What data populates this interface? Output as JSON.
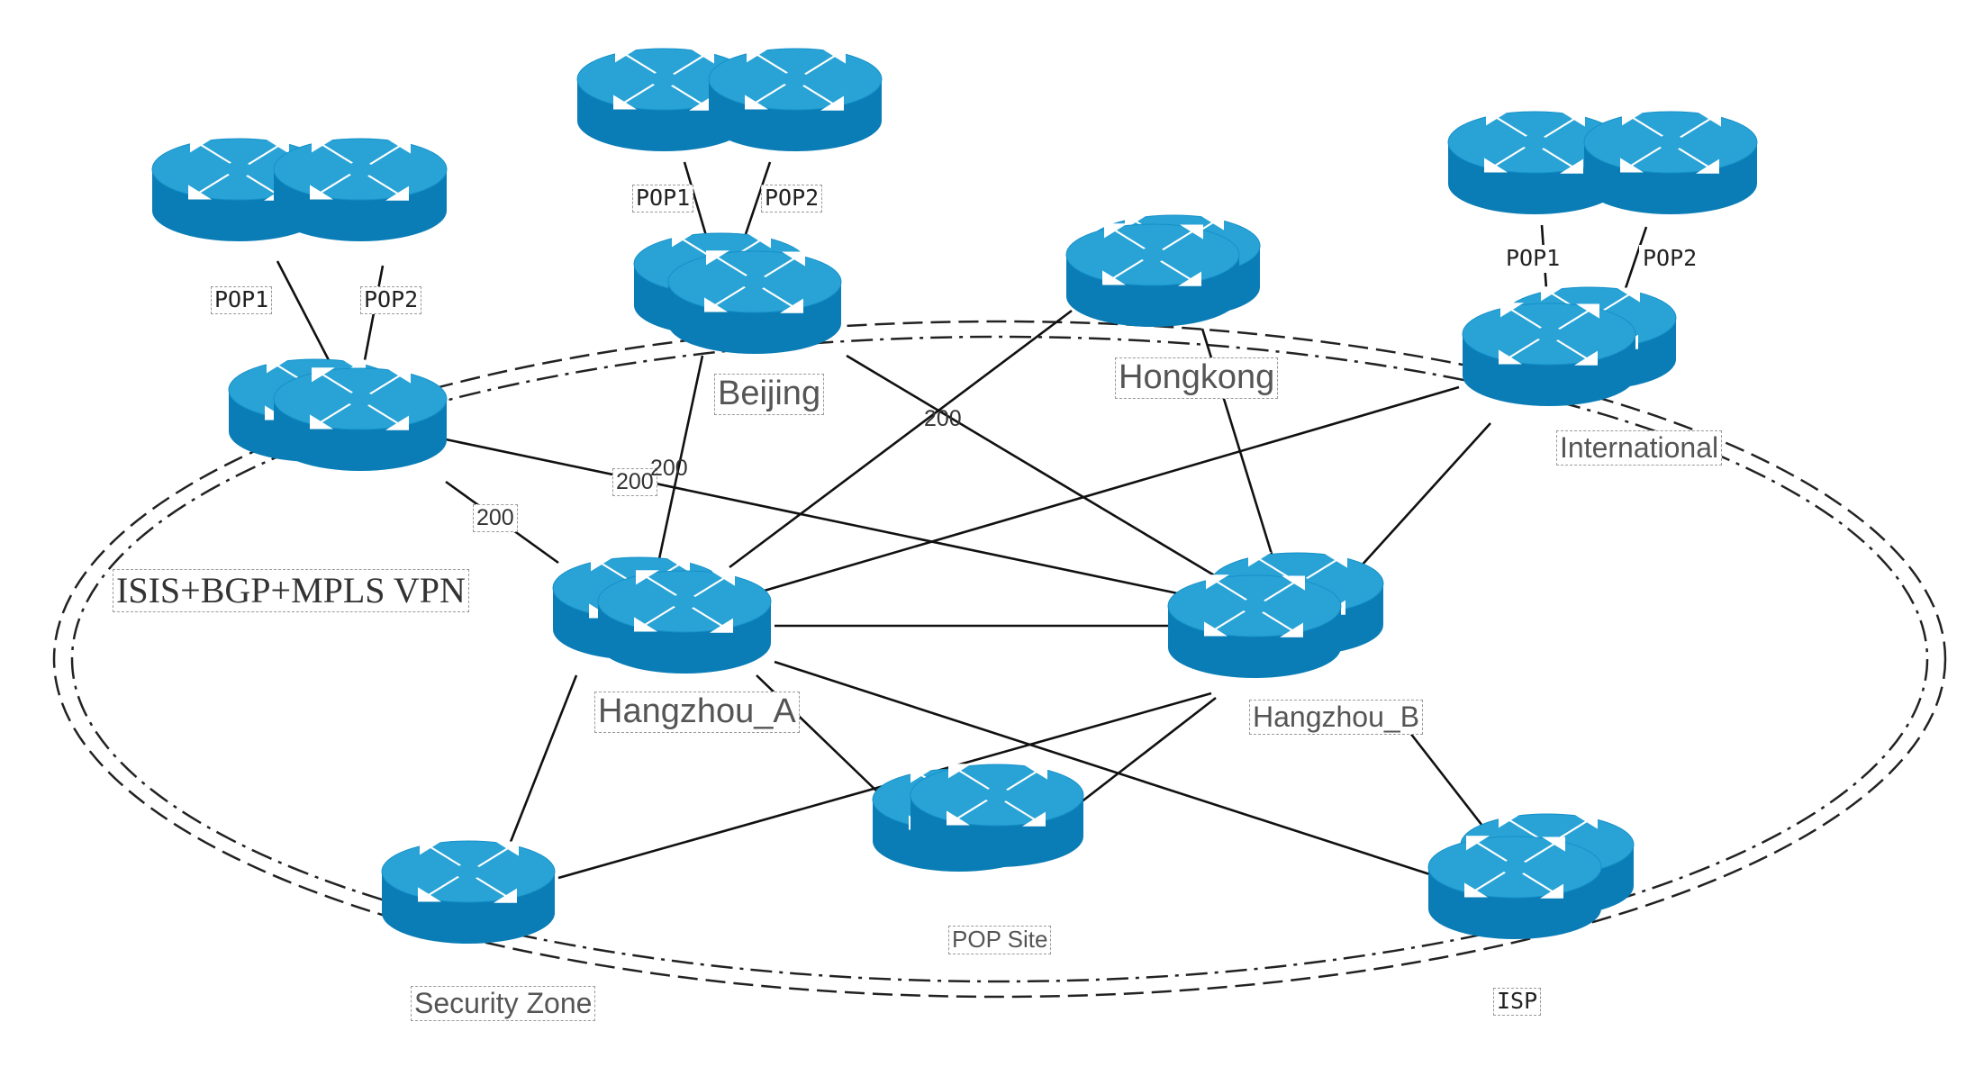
{
  "diagram": {
    "title": "ISIS+BGP+MPLS VPN",
    "colors": {
      "router_top": "#29a3d6",
      "router_side": "#0a7db6",
      "router_arrows": "#ffffff",
      "link": "#111111",
      "ring": "#222222"
    },
    "sites": {
      "beijing": "Beijing",
      "hongkong": "Hongkong",
      "international": "International",
      "hangzhou_a": "Hangzhou_A",
      "hangzhou_b": "Hangzhou_B",
      "pop_site": "POP Site",
      "security_zone": "Security Zone",
      "isp": "ISP"
    },
    "pop_labels": {
      "left_pop1": "POP1",
      "left_pop2": "POP2",
      "beijing_pop1": "POP1",
      "beijing_pop2": "POP2",
      "intl_pop1": "POP1",
      "intl_pop2": "POP2"
    },
    "link_costs": {
      "left_to_hza": "200",
      "left_to_hzb": "200",
      "beijing_to_hza": "200",
      "beijing_to_hzb": "200"
    },
    "icon": "router-icon"
  }
}
